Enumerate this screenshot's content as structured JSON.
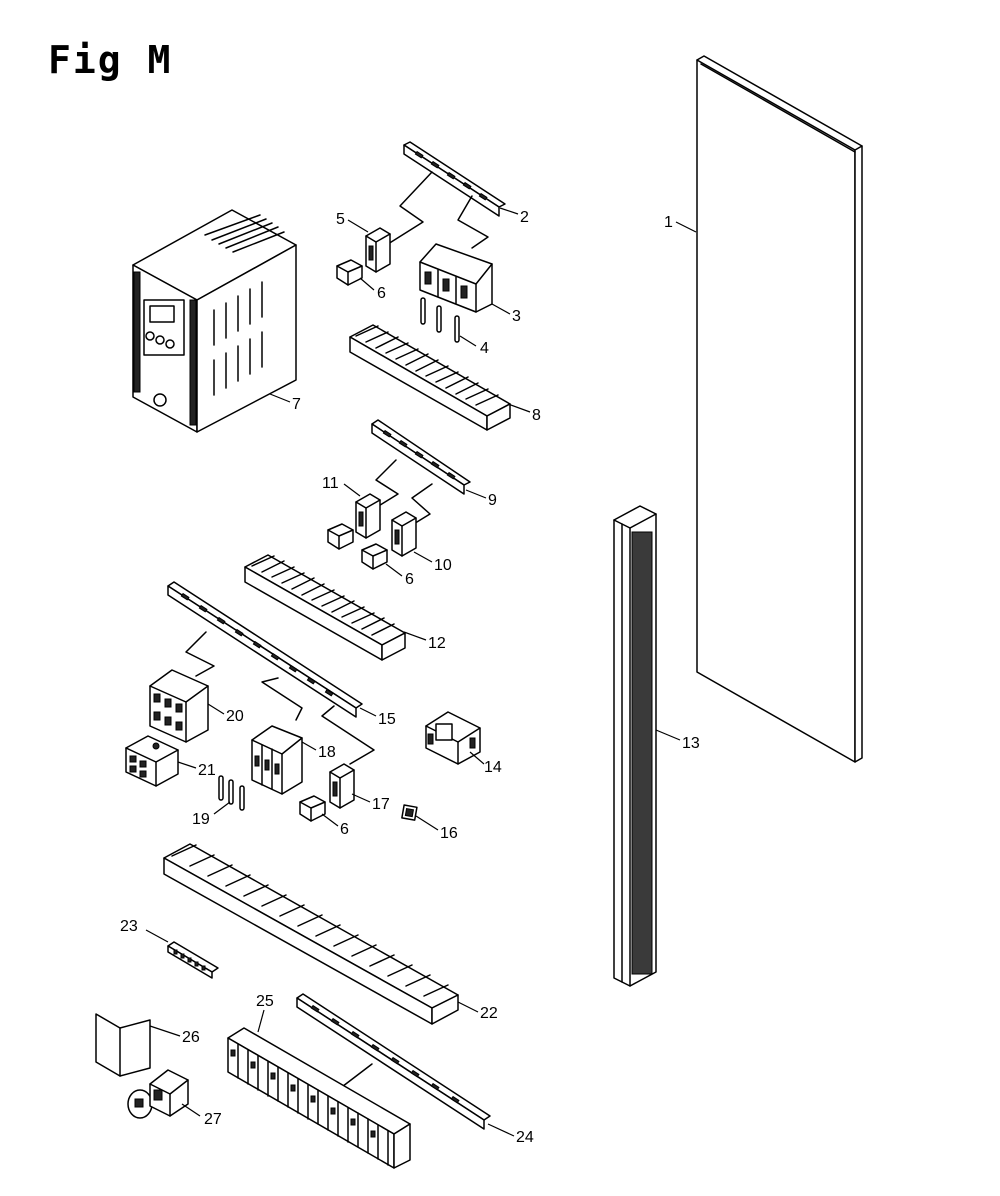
{
  "figure": {
    "title": "Fig M"
  },
  "callouts": [
    {
      "id": "c1",
      "text": "1"
    },
    {
      "id": "c2",
      "text": "2"
    },
    {
      "id": "c3",
      "text": "3"
    },
    {
      "id": "c4",
      "text": "4"
    },
    {
      "id": "c5",
      "text": "5"
    },
    {
      "id": "c6a",
      "text": "6"
    },
    {
      "id": "c7",
      "text": "7"
    },
    {
      "id": "c8",
      "text": "8"
    },
    {
      "id": "c9",
      "text": "9"
    },
    {
      "id": "c10",
      "text": "10"
    },
    {
      "id": "c6b",
      "text": "6"
    },
    {
      "id": "c11",
      "text": "11"
    },
    {
      "id": "c12",
      "text": "12"
    },
    {
      "id": "c13",
      "text": "13"
    },
    {
      "id": "c14",
      "text": "14"
    },
    {
      "id": "c15",
      "text": "15"
    },
    {
      "id": "c16",
      "text": "16"
    },
    {
      "id": "c17",
      "text": "17"
    },
    {
      "id": "c6c",
      "text": "6"
    },
    {
      "id": "c18",
      "text": "18"
    },
    {
      "id": "c19",
      "text": "19"
    },
    {
      "id": "c20",
      "text": "20"
    },
    {
      "id": "c21",
      "text": "21"
    },
    {
      "id": "c22",
      "text": "22"
    },
    {
      "id": "c23",
      "text": "23"
    },
    {
      "id": "c24",
      "text": "24"
    },
    {
      "id": "c25",
      "text": "25"
    },
    {
      "id": "c26",
      "text": "26"
    },
    {
      "id": "c27",
      "text": "27"
    }
  ]
}
